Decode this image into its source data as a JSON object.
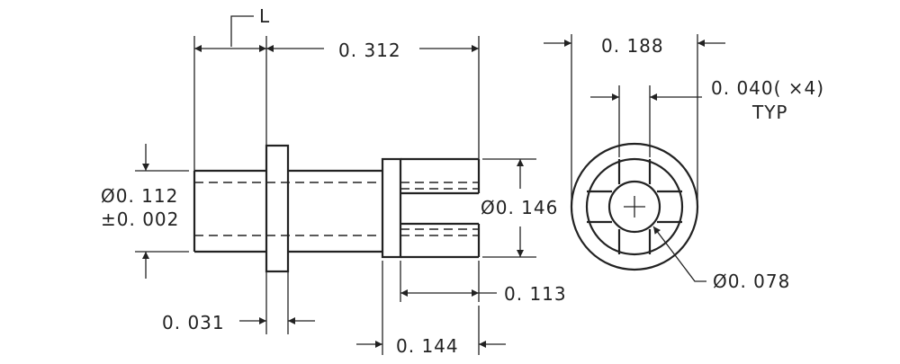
{
  "side_view": {
    "pin_label": "L",
    "overall_length": "0. 312",
    "body_diameter": "Ø0. 112",
    "body_tolerance": "±0. 002",
    "head_diameter": "Ø0. 146",
    "flange_thickness": "0. 031",
    "slot_length": "0. 113",
    "head_length": "0. 144"
  },
  "end_view": {
    "outer_width": "0. 188",
    "slot_width": "0. 040( ×4)",
    "slot_note": "TYP",
    "bore_diameter": "Ø0. 078"
  }
}
